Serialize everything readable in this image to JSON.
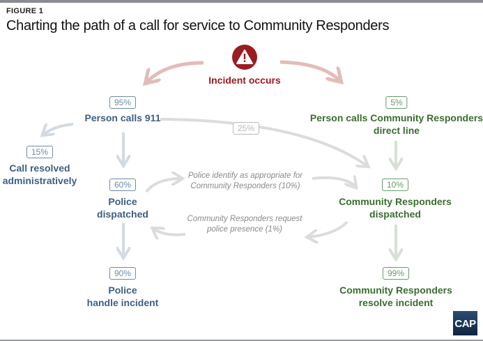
{
  "figure_label": "FIGURE 1",
  "title": "Charting the path of a call for service to Community Responders",
  "colors": {
    "police_blue": "#3e5f86",
    "community_green": "#3a6e30",
    "incident_red": "#9b1c22",
    "note_gray": "#8a8a8a"
  },
  "nodes": {
    "incident": {
      "label": "Incident occurs",
      "icon": "warning-triangle-icon"
    },
    "calls_911": {
      "pct": "95%",
      "label": "Person calls 911"
    },
    "calls_direct": {
      "pct": "5%",
      "line1": "Person calls Community Responders",
      "line2": "direct line"
    },
    "resolved_admin": {
      "pct": "15%",
      "line1": "Call resolved",
      "line2": "administratively"
    },
    "police_dispatched": {
      "pct": "60%",
      "line1": "Police",
      "line2": "dispatched"
    },
    "cr_dispatched": {
      "pct": "10%",
      "line1": "Community Responders",
      "line2": "dispatched"
    },
    "police_handle": {
      "pct": "90%",
      "line1": "Police",
      "line2": "handle incident"
    },
    "cr_resolve": {
      "pct": "99%",
      "line1": "Community Responders",
      "line2": "resolve incident"
    }
  },
  "edges": {
    "transfer_911_to_cr": {
      "pct": "25%"
    },
    "police_to_cr_note": {
      "line1": "Police identify as appropriate for",
      "line2": "Community Responders (10%)"
    },
    "cr_to_police_note": {
      "line1": "Community Responders request",
      "line2": "police presence (1%)"
    }
  },
  "logo": {
    "text": "CAP"
  }
}
